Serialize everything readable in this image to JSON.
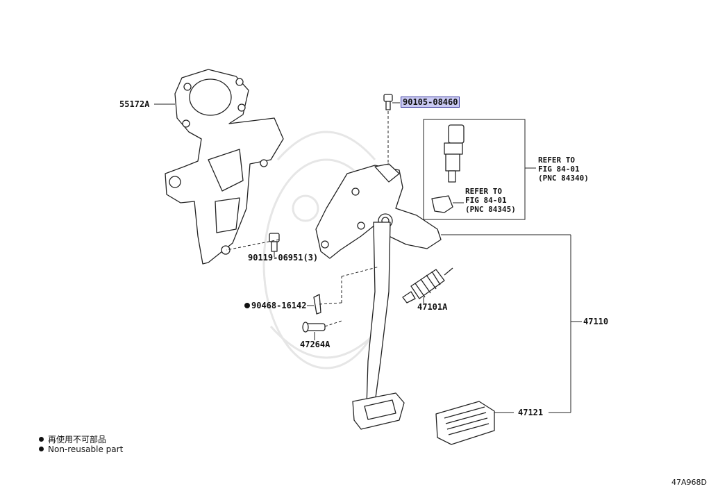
{
  "parts": {
    "bracket": "55172A",
    "bolt_top": "90105-08460",
    "bolt_bracket": "90119-06951(3)",
    "clip": "90468-16142",
    "pin": "47264A",
    "spring": "47101A",
    "pedal_assy": "47110",
    "pad": "47121"
  },
  "refs": {
    "switch": "REFER TO\nFIG 84-01\n(PNC 84340)",
    "clip_switch": "REFER TO\nFIG 84-01\n(PNC 84345)"
  },
  "legend": {
    "line1": "再使用不可部品",
    "line2": "Non-reusable part"
  },
  "diagram_code": "47A968D",
  "highlight_color": "#c9c9f2"
}
